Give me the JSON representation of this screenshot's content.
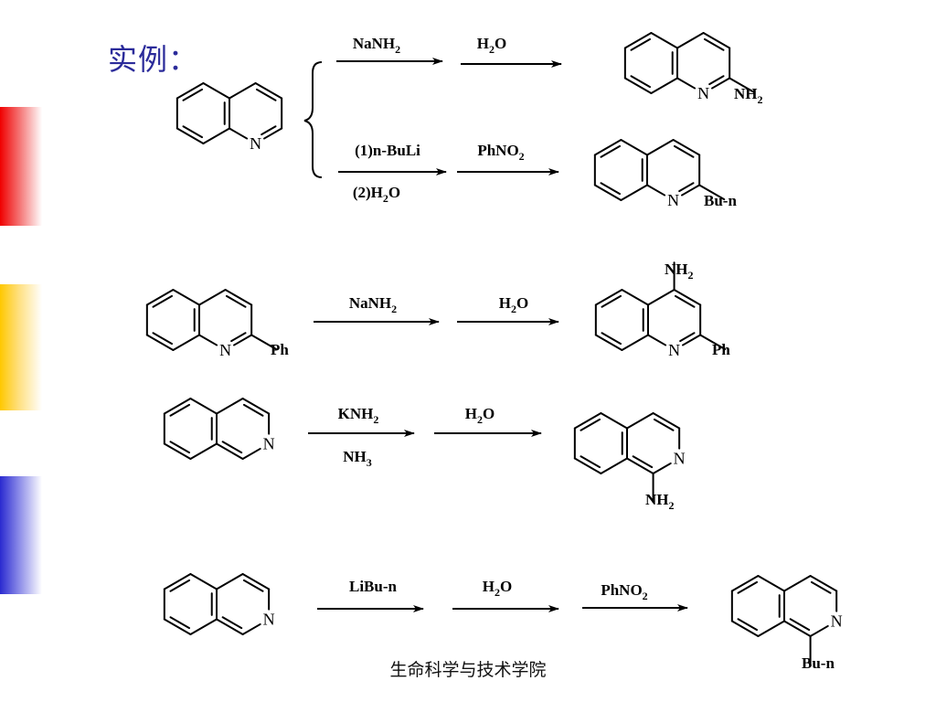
{
  "slide": {
    "title": "实例：",
    "footer": "生命科学与技术学院"
  },
  "reactions": [
    {
      "id": "r1",
      "starting_material": "quinoline",
      "branches": [
        {
          "step1_above": "NaNH",
          "step1_above_sub": "2",
          "step2_above": "H",
          "step2_above_sub": "2",
          "step2_above_tail": "O",
          "product_substituent": "NH",
          "product_substituent_sub": "2"
        },
        {
          "step1_above": "(1)n-BuLi",
          "step1_below": "(2)H",
          "step1_below_sub": "2",
          "step1_below_tail": "O",
          "step2_above": "PhNO",
          "step2_above_sub": "2",
          "product_substituent": "Bu-n"
        }
      ]
    },
    {
      "id": "r2",
      "starting_substituent": "Ph",
      "step1_above": "NaNH",
      "step1_above_sub": "2",
      "step2_above": "H",
      "step2_above_sub": "2",
      "step2_above_tail": "O",
      "product_substituent_top": "NH",
      "product_substituent_top_sub": "2",
      "product_substituent_right": "Ph"
    },
    {
      "id": "r3",
      "step1_above": "KNH",
      "step1_above_sub": "2",
      "step1_below": "NH",
      "step1_below_sub": "3",
      "step2_above": "H",
      "step2_above_sub": "2",
      "step2_above_tail": "O",
      "product_substituent": "NH",
      "product_substituent_sub": "2"
    },
    {
      "id": "r4",
      "step1_above": "LiBu-n",
      "step2_above": "H",
      "step2_above_sub": "2",
      "step2_above_tail": "O",
      "step3_above": "PhNO",
      "step3_above_sub": "2",
      "product_substituent": "Bu-n"
    }
  ],
  "atom_label": "N",
  "colors": {
    "title": "#2b2b9a",
    "bar_red": "#f00000",
    "bar_yellow": "#ffc800",
    "bar_blue": "#2a2ad0"
  }
}
